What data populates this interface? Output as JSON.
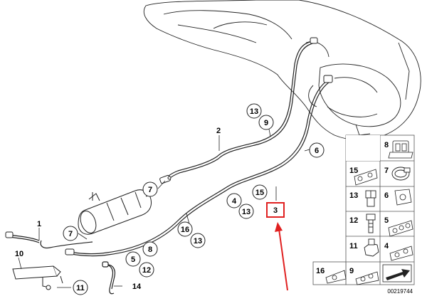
{
  "diagram": {
    "callouts": {
      "c13_top": "13",
      "c9": "9",
      "c6": "6",
      "c7_mid": "7",
      "c4": "4",
      "c15": "15",
      "c13_mid": "13",
      "c16": "16",
      "c13_low": "13",
      "c7_left": "7",
      "c5": "5",
      "c8": "8",
      "c12": "12",
      "c11": "11"
    },
    "plain_labels": {
      "l2": "2",
      "l1": "1",
      "l10": "10",
      "l14": "14"
    },
    "highlight_label": "3",
    "highlight_color": "#e02020",
    "arrow_color": "#e02020",
    "parts_grid": [
      "8",
      "15",
      "7",
      "13",
      "6",
      "12",
      "5",
      "11",
      "4",
      "16",
      "9"
    ],
    "reference_number": "00219744"
  }
}
